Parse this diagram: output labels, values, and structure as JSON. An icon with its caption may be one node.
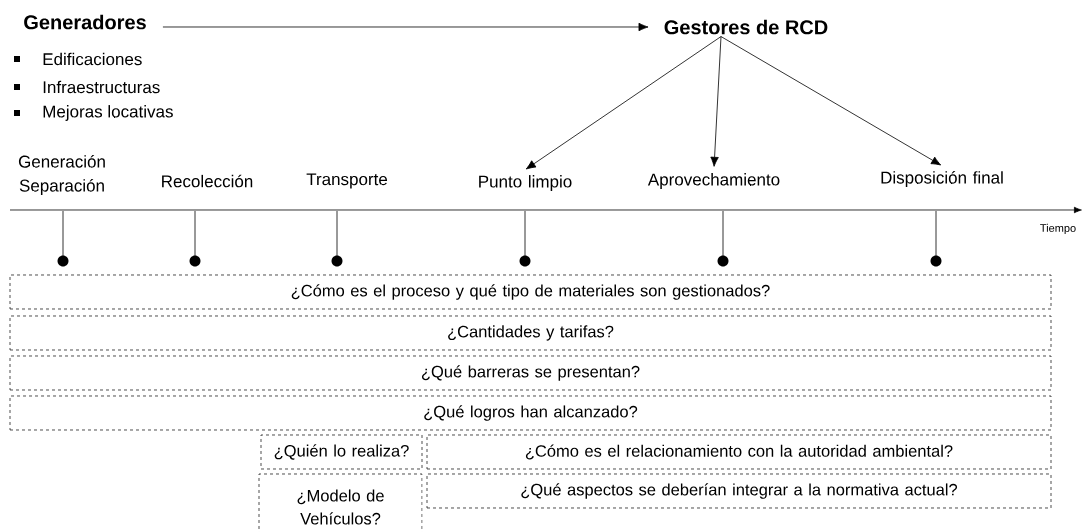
{
  "diagram": {
    "nodes": [
      {
        "text": [
          "Generadores"
        ]
      },
      {
        "text": [
          "Gestores de RCD"
        ]
      },
      {
        "text": [
          "Generación Separación"
        ]
      },
      {
        "text": [
          "Recolección"
        ]
      },
      {
        "text": [
          "Transporte"
        ]
      },
      {
        "text": [
          "Punto limpio"
        ]
      },
      {
        "text": [
          "Aprovechamiento"
        ]
      },
      {
        "text": [
          "Disposición final"
        ]
      },
      {
        "text": [
          "¿Cómo es el proceso y qué tipo de materiales son gestionados?"
        ]
      },
      {
        "text": [
          "¿Cantidades y tarifas?"
        ]
      },
      {
        "text": [
          "¿Qué barreras se presentan?"
        ]
      },
      {
        "text": [
          "¿Qué logros han alcanzado?"
        ]
      },
      {
        "text": [
          "¿Quién lo realiza?"
        ]
      },
      {
        "text": [
          "¿Cómo es el relacionamiento con la autoridad ambiental?"
        ]
      },
      {
        "text": [
          "¿Modelo de Vehículos?"
        ]
      },
      {
        "text": [
          "¿Qué aspectos se deberían integrar a la normativa actual?"
        ]
      }
    ],
    "edges": [
      {
        "from": 0,
        "to": 1,
        "arrow": "to"
      },
      {
        "from": 1,
        "to": 5,
        "arrow": "to"
      },
      {
        "from": 1,
        "to": 6,
        "arrow": "to"
      },
      {
        "from": 1,
        "to": 7,
        "arrow": "to"
      }
    ],
    "labels": [
      "Edificaciones",
      "Infraestructuras",
      "Mejoras locativas",
      "Tiempo"
    ]
  }
}
